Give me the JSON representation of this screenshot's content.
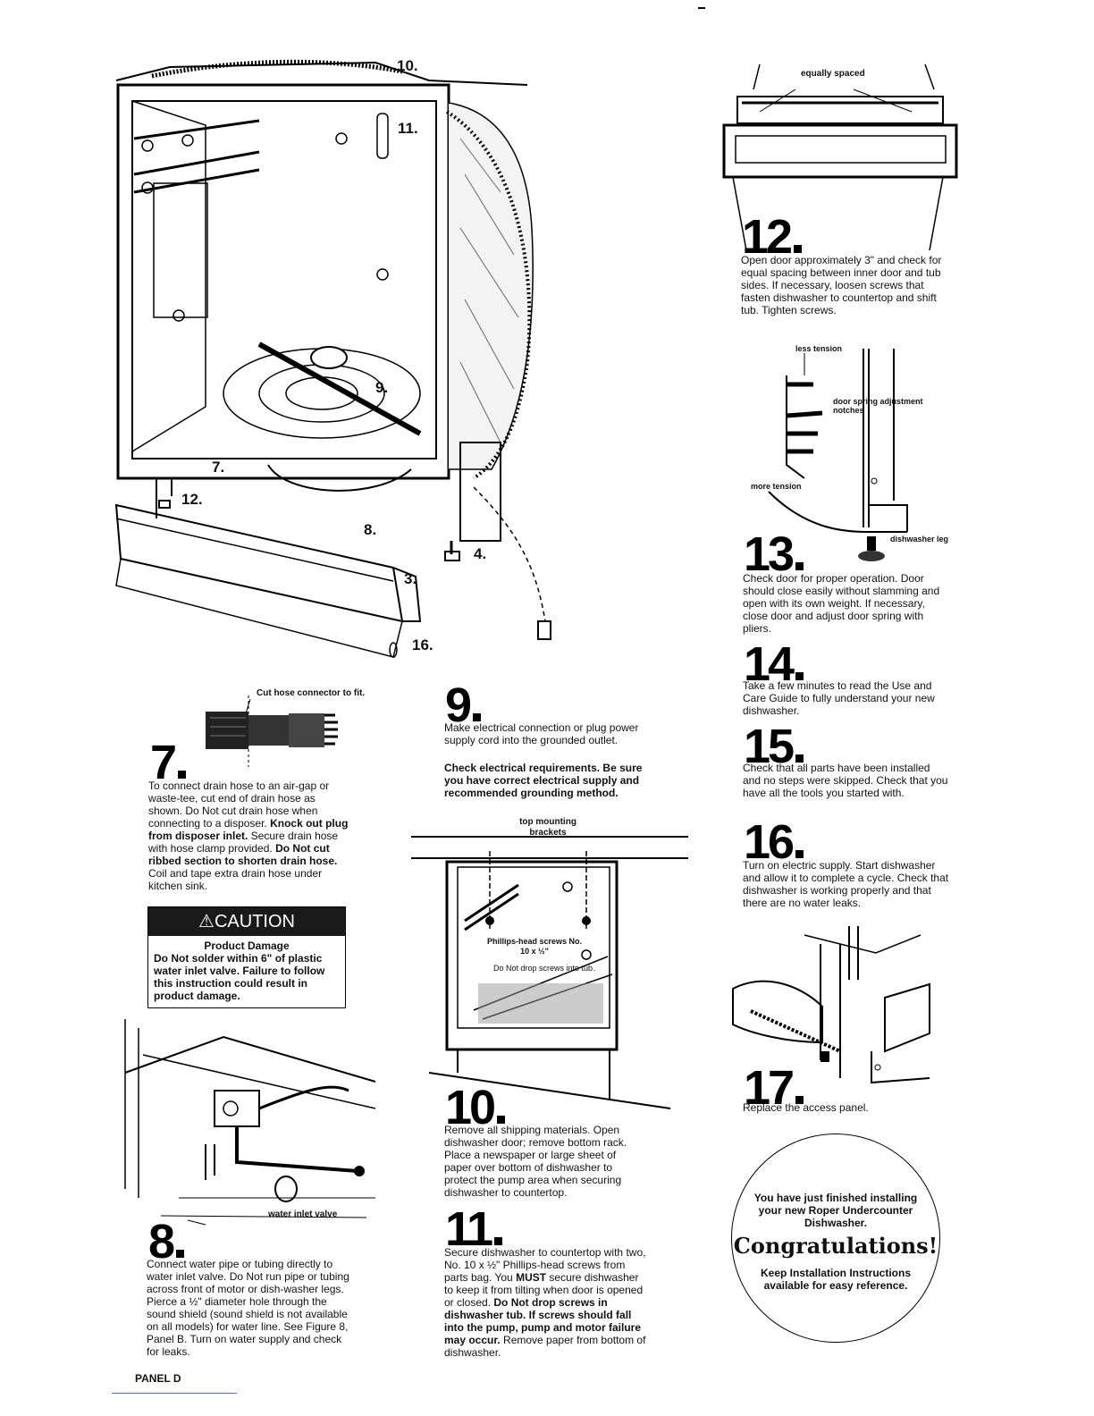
{
  "panel_label": "PANEL D",
  "main_figure_labels": {
    "l10": "10.",
    "l11": "11.",
    "l9": "9.",
    "l7": "7.",
    "l12": "12.",
    "l8": "8.",
    "l4": "4.",
    "l3": "3.",
    "l16": "16."
  },
  "step7": {
    "number": "7",
    "callout": "Cut hose connector to fit.",
    "text_1": "To connect drain hose to an air-gap or waste-tee, cut end of drain hose as shown. Do Not cut drain hose when connecting to a disposer. ",
    "bold_1": "Knock out plug from disposer inlet.",
    "text_2": " Secure drain hose with hose clamp provided. ",
    "bold_2": "Do Not cut ribbed section to shorten drain hose.",
    "text_3": " Coil and tape extra drain hose under kitchen sink."
  },
  "caution": {
    "title": "⚠CAUTION",
    "subtitle": "Product Damage",
    "body": "Do Not solder within 6\" of plastic water inlet valve. Failure to follow this instruction could result in product damage."
  },
  "step8": {
    "number": "8",
    "callout": "water inlet valve",
    "text": "Connect water pipe or tubing directly to water inlet valve. Do Not run pipe or tubing across front of motor or dish-washer legs. Pierce a ½\" diameter hole through the sound shield (sound shield is not available on all models) for water line. See Figure 8, Panel B. Turn on water supply and check for leaks."
  },
  "step9": {
    "number": "9",
    "text": "Make electrical connection or plug power supply cord into the grounded outlet.",
    "bold": "Check electrical requirements. Be sure you have correct electrical supply and recommended grounding method."
  },
  "step10_figure": {
    "brackets": "top mounting brackets",
    "screws": "Phillips-head screws No. 10 x ½\"",
    "warning": "Do Not drop screws into tub."
  },
  "step10": {
    "number": "10",
    "text": "Remove all shipping materials. Open dishwasher door; remove bottom rack. Place a newspaper or large sheet of paper over bottom of dishwasher to protect the pump area when securing dishwasher to countertop."
  },
  "step11": {
    "number": "11",
    "text_1": "Secure dishwasher to countertop with two, No. 10 x ½\" Phillips-head screws from parts bag. You ",
    "bold_1": "MUST",
    "text_2": " secure dishwasher to keep it from tilting when door is opened or closed. ",
    "bold_2": "Do Not drop screws in dishwasher tub. If screws should fall into the pump, pump and motor failure may occur.",
    "text_3": " Remove paper from bottom of dishwasher."
  },
  "step12": {
    "number": "12",
    "callout": "equally spaced",
    "text": "Open door approximately 3\" and check for equal spacing between inner door and tub sides. If necessary, loosen screws that fasten dishwasher to countertop and shift tub. Tighten screws."
  },
  "step13_figure": {
    "less": "less tension",
    "notches": "door spring adjustment notches",
    "more": "more tension",
    "leg": "dishwasher leg"
  },
  "step13": {
    "number": "13",
    "text": "Check door for proper operation. Door should close easily without slamming and open with its own weight. If necessary, close door and adjust door spring with pliers."
  },
  "step14": {
    "number": "14",
    "text": "Take a few minutes to read the Use and Care Guide to fully understand your new dishwasher."
  },
  "step15": {
    "number": "15",
    "text": "Check that all parts have been installed and no steps were skipped. Check that you have all the tools you started with."
  },
  "step16": {
    "number": "16",
    "text": "Turn on electric supply. Start dishwasher and allow it to complete a cycle. Check that dishwasher is working properly and that there are no water leaks."
  },
  "step17": {
    "number": "17",
    "text": "Replace the access panel."
  },
  "congrats": {
    "line1": "You have just finished installing your new Roper Undercounter Dishwasher.",
    "title": "Congratulations!",
    "line2": "Keep Installation Instructions available for easy reference."
  }
}
